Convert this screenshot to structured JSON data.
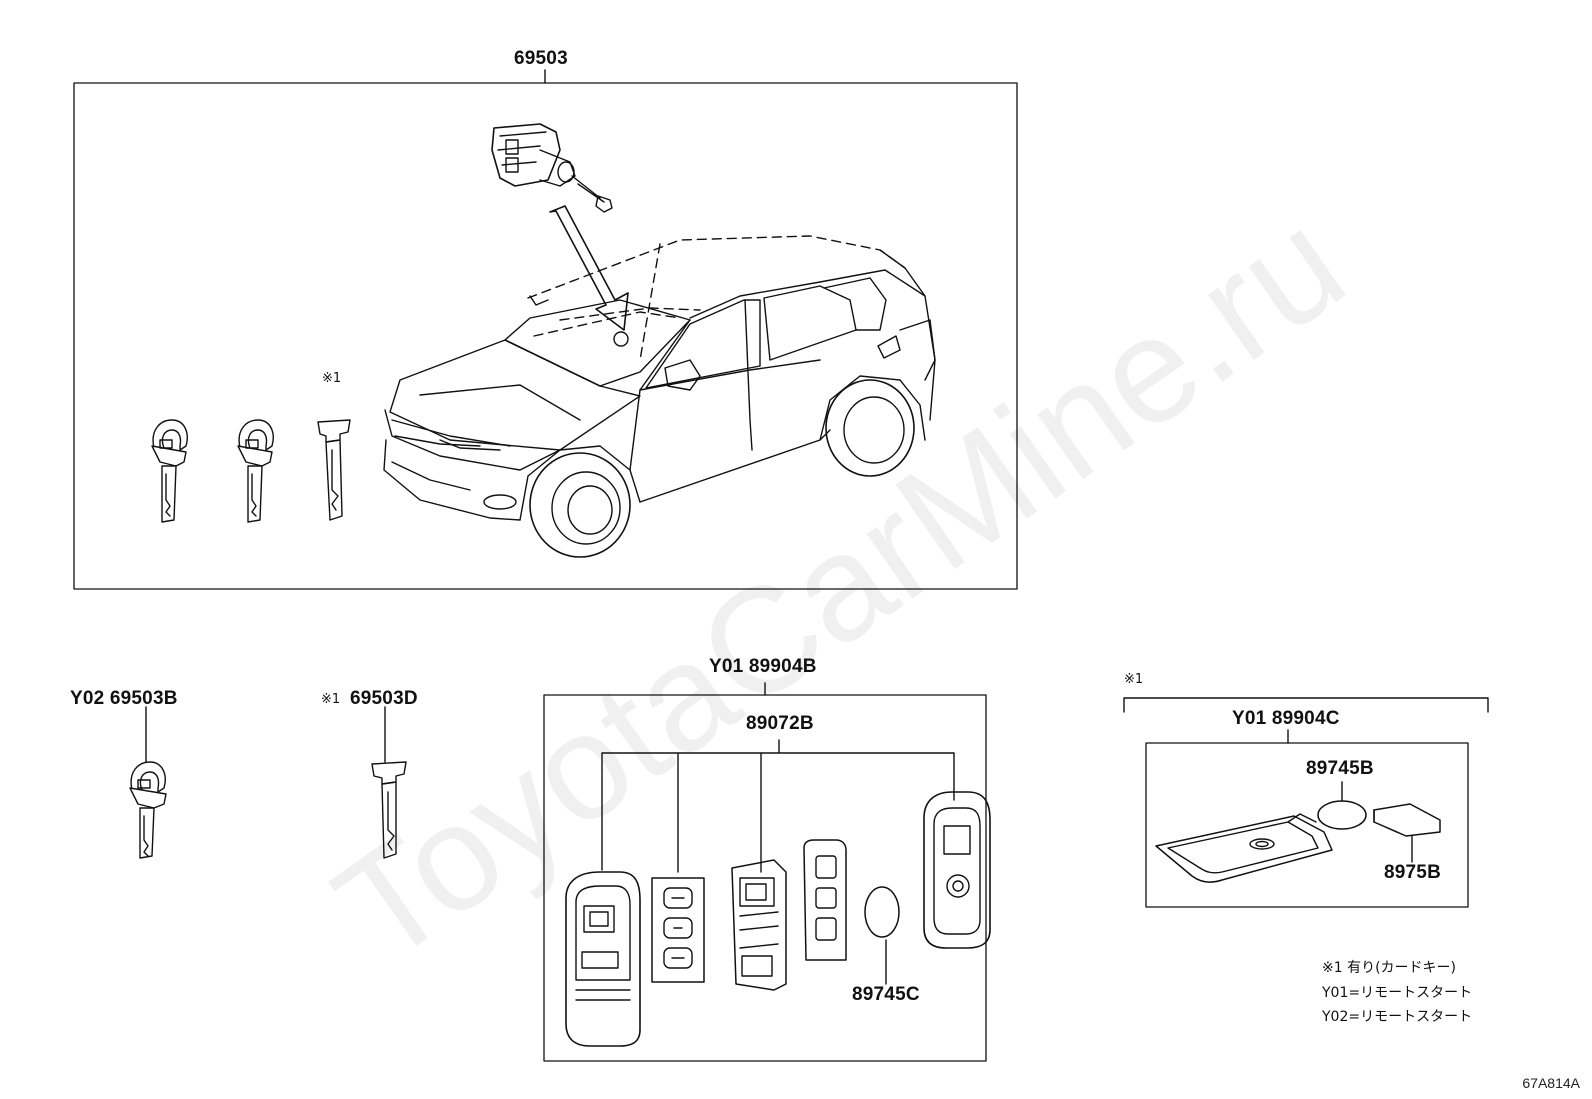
{
  "watermark": "ToyotaCarMine.ru",
  "diagram_code": "67A814A",
  "labels": {
    "main_assembly": "69503",
    "key_y02": "Y02 69503B",
    "card_key_mark": "※1",
    "card_key_part": "69503D",
    "main_key_mark": "※1",
    "transmitter_kit": "Y01 89904B",
    "transmitter_case": "89072B",
    "battery_c": "89745C",
    "card_key_group_mark": "※1",
    "card_kit": "Y01 89904C",
    "battery_b": "89745B",
    "card_insert": "8975B"
  },
  "legend": [
    "※1 有り(カードキー)",
    "Y01=リモートスタート",
    "Y02=リモートスタート"
  ]
}
